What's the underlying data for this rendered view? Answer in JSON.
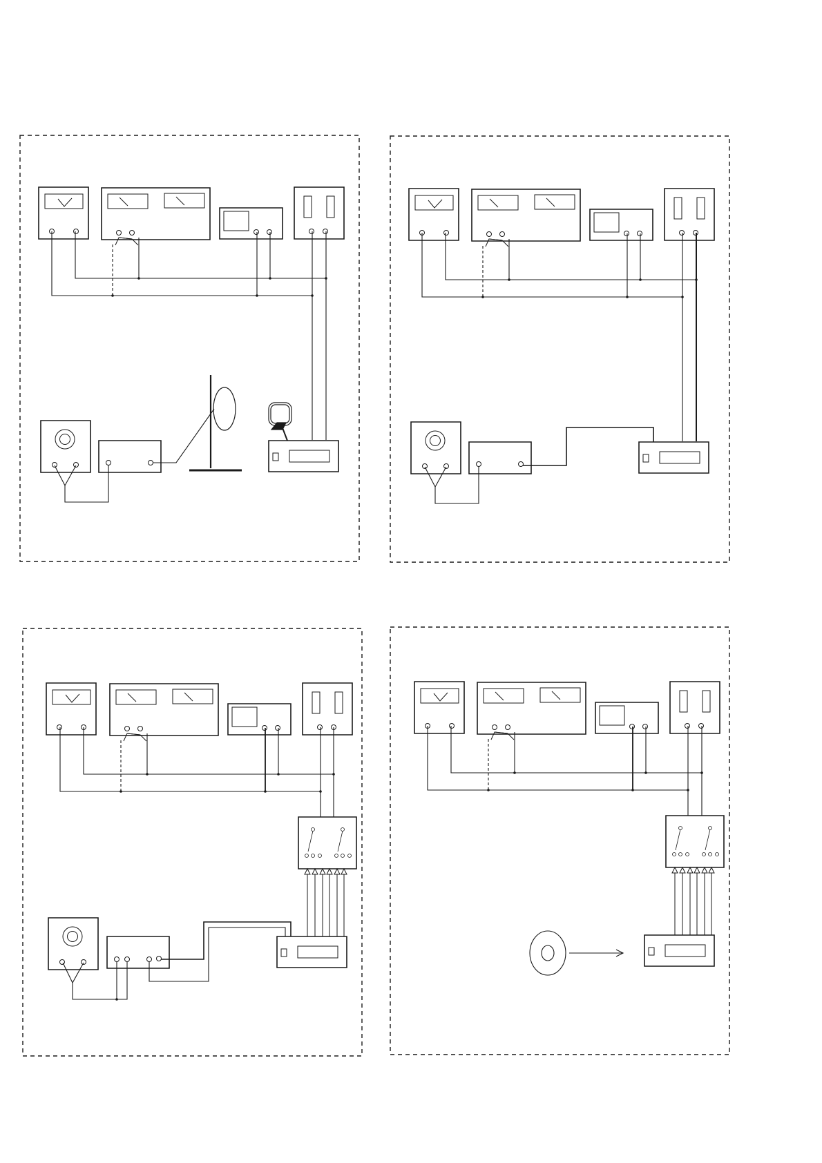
{
  "page": {
    "background": "#ffffff",
    "ink": "#1a1a1a"
  },
  "panels": [
    {
      "id": "top-left",
      "loads": [
        "tone-generator",
        "loudspeaker",
        "pickup-transducer"
      ]
    },
    {
      "id": "top-right",
      "loads": [
        "tone-generator",
        "direct-cable"
      ]
    },
    {
      "id": "bottom-left",
      "loads": [
        "tone-generator",
        "switch-box",
        "direct-cable"
      ]
    },
    {
      "id": "bottom-right",
      "loads": [
        "switch-box",
        "disc-source"
      ]
    }
  ]
}
